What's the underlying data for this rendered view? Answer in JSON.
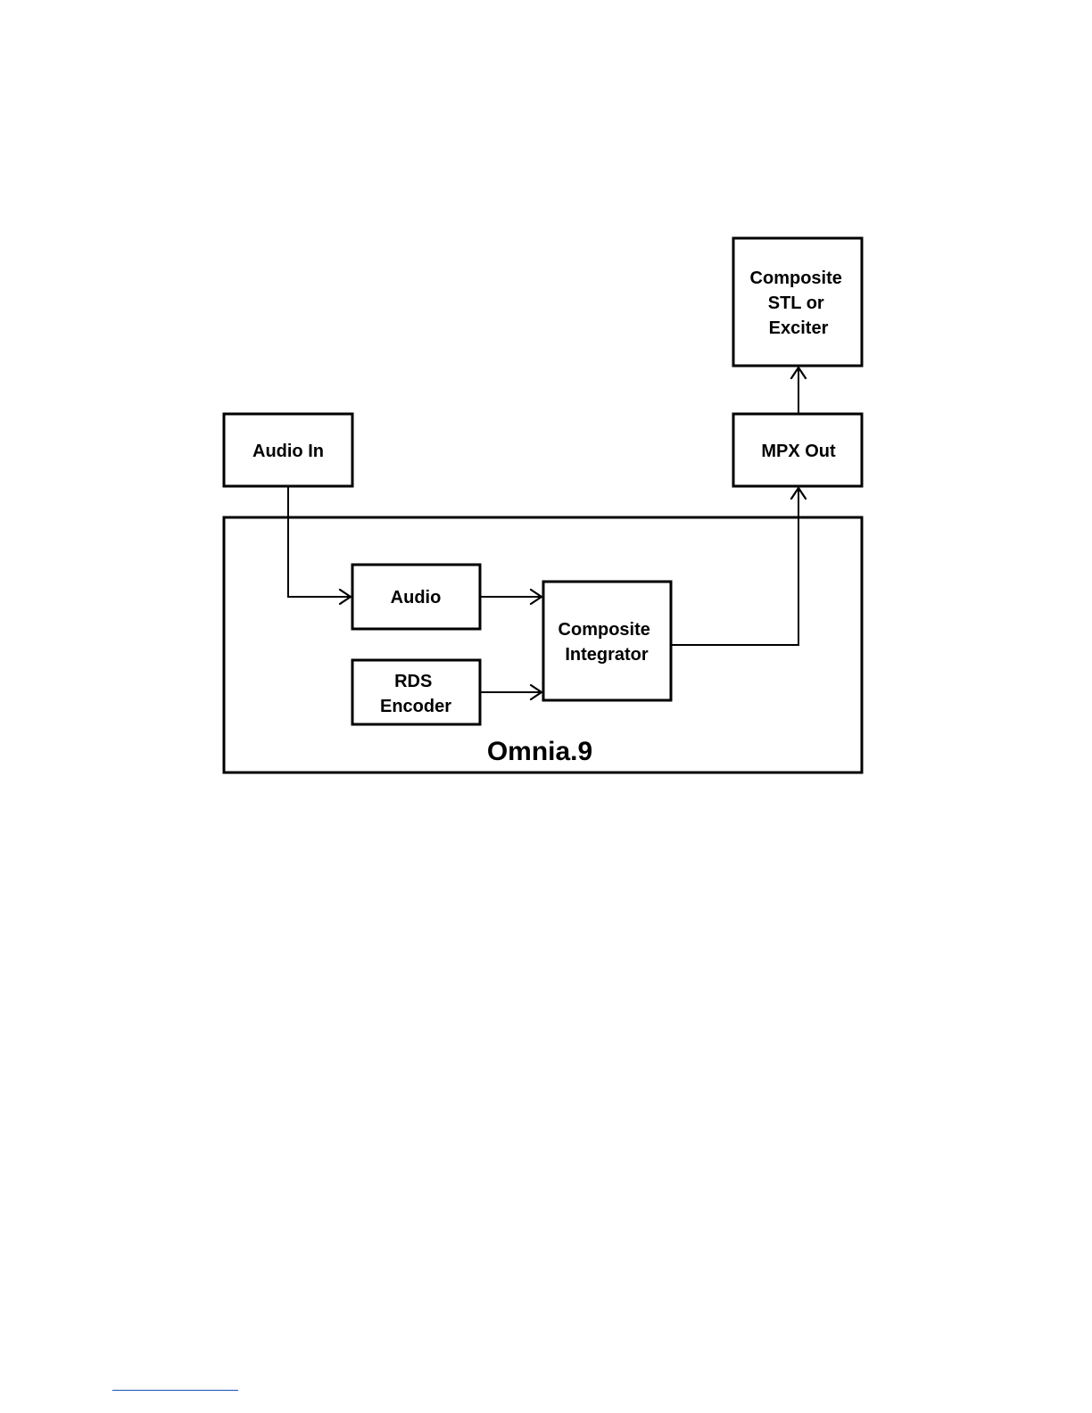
{
  "diagram": {
    "title": "Omnia.9",
    "nodes": {
      "audio_in": [
        "Audio In"
      ],
      "audio": [
        "Audio"
      ],
      "rds_encoder": [
        "RDS",
        "Encoder"
      ],
      "composite_integrator": [
        "Composite",
        "Integrator"
      ],
      "mpx_out": [
        "MPX Out"
      ],
      "composite_stl": [
        "Composite",
        "STL or",
        "Exciter"
      ]
    },
    "edges": [
      {
        "from": "audio_in",
        "to": "audio"
      },
      {
        "from": "audio",
        "to": "composite_integrator"
      },
      {
        "from": "rds_encoder",
        "to": "composite_integrator"
      },
      {
        "from": "composite_integrator",
        "to": "mpx_out"
      },
      {
        "from": "mpx_out",
        "to": "composite_stl"
      }
    ]
  },
  "colors": {
    "stroke": "#000000",
    "footnote_rule": "#1b4fbf"
  }
}
